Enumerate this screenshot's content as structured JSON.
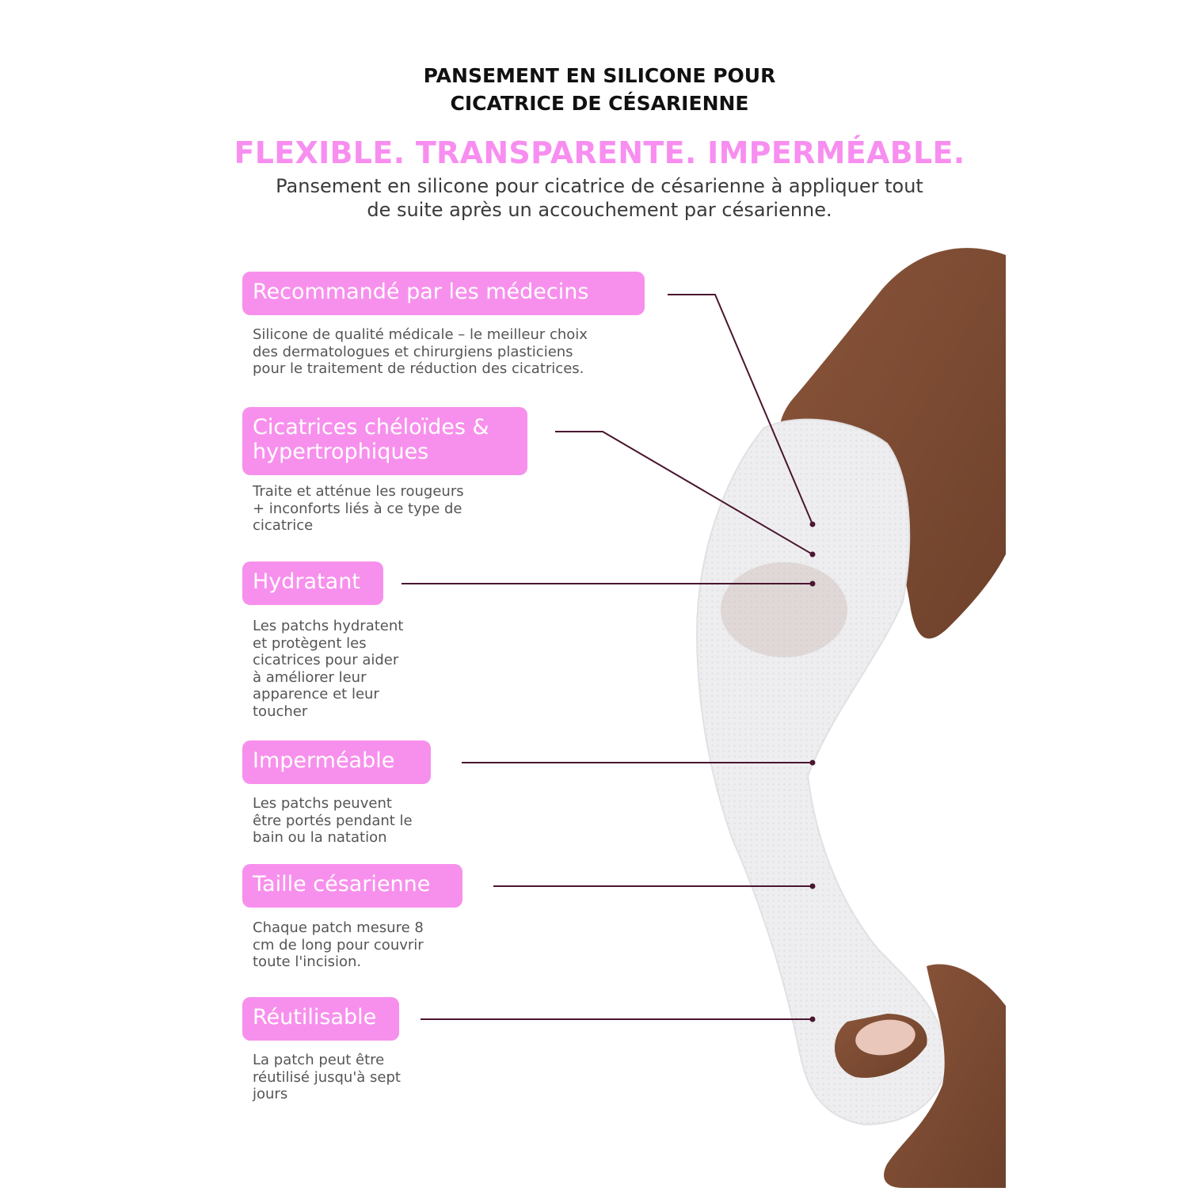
{
  "header": {
    "title_lines": [
      "PANSEMENT EN SILICONE POUR",
      "CICATRICE DE CÉSARIENNE"
    ],
    "tagline": "FLEXIBLE. TRANSPARENTE. IMPERMÉABLE.",
    "subtitle_lines": [
      "Pansement en silicone pour cicatrice de césarienne à appliquer tout",
      "de suite après un accouchement par césarienne."
    ]
  },
  "features": [
    {
      "label_lines": [
        "Recommandé par les médecins"
      ],
      "desc_lines": [
        "Silicone de qualité médicale – le meilleur choix",
        "des dermatologues et chirurgiens plasticiens",
        "pour le traitement de réduction des cicatrices."
      ]
    },
    {
      "label_lines": [
        "Cicatrices chéloïdes &",
        "hypertrophiques"
      ],
      "desc_lines": [
        "Traite et atténue les rougeurs",
        "+ inconforts liés à ce type de",
        "cicatrice"
      ]
    },
    {
      "label_lines": [
        "Hydratant"
      ],
      "desc_lines": [
        "Les patchs hydratent",
        "et protègent les",
        "cicatrices pour aider",
        "à améliorer leur",
        "apparence et leur",
        "toucher"
      ]
    },
    {
      "label_lines": [
        "Imperméable"
      ],
      "desc_lines": [
        "Les patchs peuvent",
        "être portés pendant le",
        "bain ou la natation"
      ]
    },
    {
      "label_lines": [
        "Taille césarienne"
      ],
      "desc_lines": [
        "Chaque patch mesure 8",
        "cm de long pour couvrir",
        "toute l'incision."
      ]
    },
    {
      "label_lines": [
        "Réutilisable"
      ],
      "desc_lines": [
        "La patch peut être",
        "réutilisé jusqu'à sept",
        "jours"
      ]
    }
  ],
  "colors": {
    "accent_pink": "#f78ef0",
    "label_bg": "#f790ec",
    "connector": "#4a1630",
    "skin_dark": "#6e412b",
    "skin_mid": "#8a553a",
    "patch": "#eeeef0"
  }
}
